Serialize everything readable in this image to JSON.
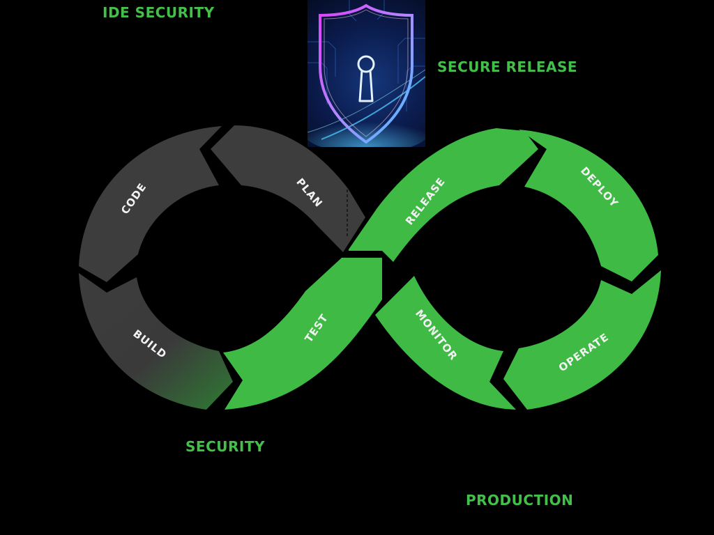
{
  "captions": {
    "ide_security": "IDE SECURITY",
    "secure_release": "SECURE RELEASE",
    "security": "SECURITY",
    "production": "PRODUCTION"
  },
  "stages": {
    "code": "CODE",
    "plan": "PLAN",
    "build": "BUILD",
    "test": "TEST",
    "release": "RELEASE",
    "deploy": "DEPLOY",
    "operate": "OPERATE",
    "monitor": "MONITOR"
  },
  "colors": {
    "background": "#000000",
    "dev_segment": "#3d3d3d",
    "ops_segment": "#3fbb45",
    "caption": "#44c04a",
    "label": "#f2f2f2"
  },
  "icons": {
    "shield": "shield-lock-icon"
  }
}
